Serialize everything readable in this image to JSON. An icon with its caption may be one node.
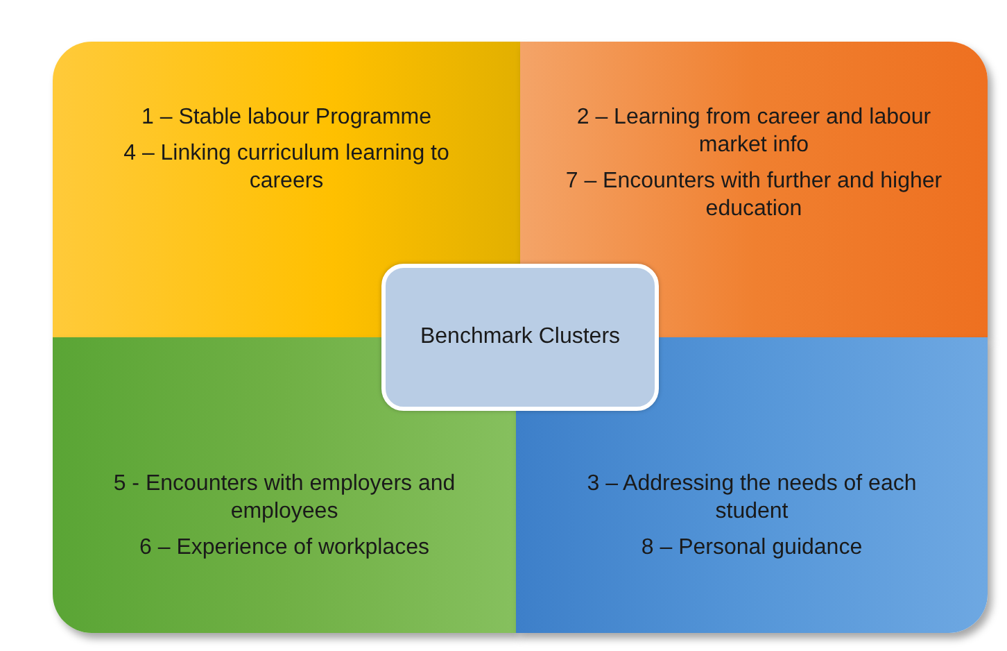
{
  "diagram": {
    "nodes": [
      {
        "text": [
          "1 – Stable labour Programme",
          "4 – Linking curriculum learning to careers"
        ]
      },
      {
        "text": [
          "2 – Learning from career and labour market info",
          "7 – Encounters with further and higher education"
        ]
      },
      {
        "text": [
          "Benchmark Clusters"
        ]
      },
      {
        "text": [
          "5 - Encounters with employers and employees",
          "6 – Experience of workplaces"
        ]
      },
      {
        "text": [
          "3 – Addressing the needs of each student",
          "8 – Personal guidance"
        ]
      }
    ]
  }
}
